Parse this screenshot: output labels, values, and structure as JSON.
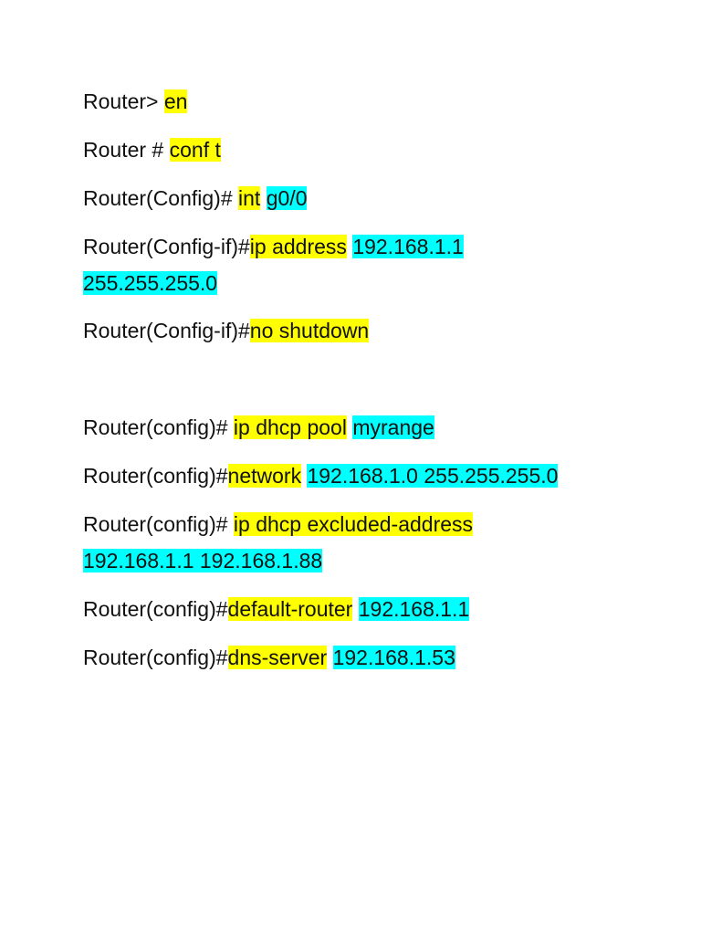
{
  "document": {
    "lines": [
      {
        "prompt": "Router> ",
        "command": "en"
      },
      {
        "prompt": "Router # ",
        "command": "conf t"
      },
      {
        "prompt": "Router(Config)# ",
        "command": "int",
        "space": " ",
        "argument": "g0/0"
      },
      {
        "prompt": "Router(Config-if)#",
        "command": "ip address",
        "space": " ",
        "argument": "192.168.1.1"
      },
      {
        "argument": "255.255.255.0"
      },
      {
        "prompt": "Router(Config-if)#",
        "command": "no shutdown"
      },
      {
        "prompt": "Router(config)# ",
        "command": "ip dhcp pool",
        "space": " ",
        "argument": "myrange"
      },
      {
        "prompt": "Router(config)#",
        "command": "network",
        "space": " ",
        "argument": "192.168.1.0 255.255.255.0"
      },
      {
        "prompt": "Router(config)# ",
        "command": "ip dhcp excluded-address"
      },
      {
        "argument": "192.168.1.1 192.168.1.88"
      },
      {
        "prompt": "Router(config)#",
        "command": "default-router",
        "space": " ",
        "argument": "192.168.1.1"
      },
      {
        "prompt": "Router(config)#",
        "command": "dns-server",
        "space": " ",
        "argument": "192.168.1.53"
      }
    ]
  },
  "colors": {
    "command_highlight": "#ffff00",
    "argument_highlight": "#00ffff",
    "text": "#111111",
    "background": "#ffffff"
  }
}
